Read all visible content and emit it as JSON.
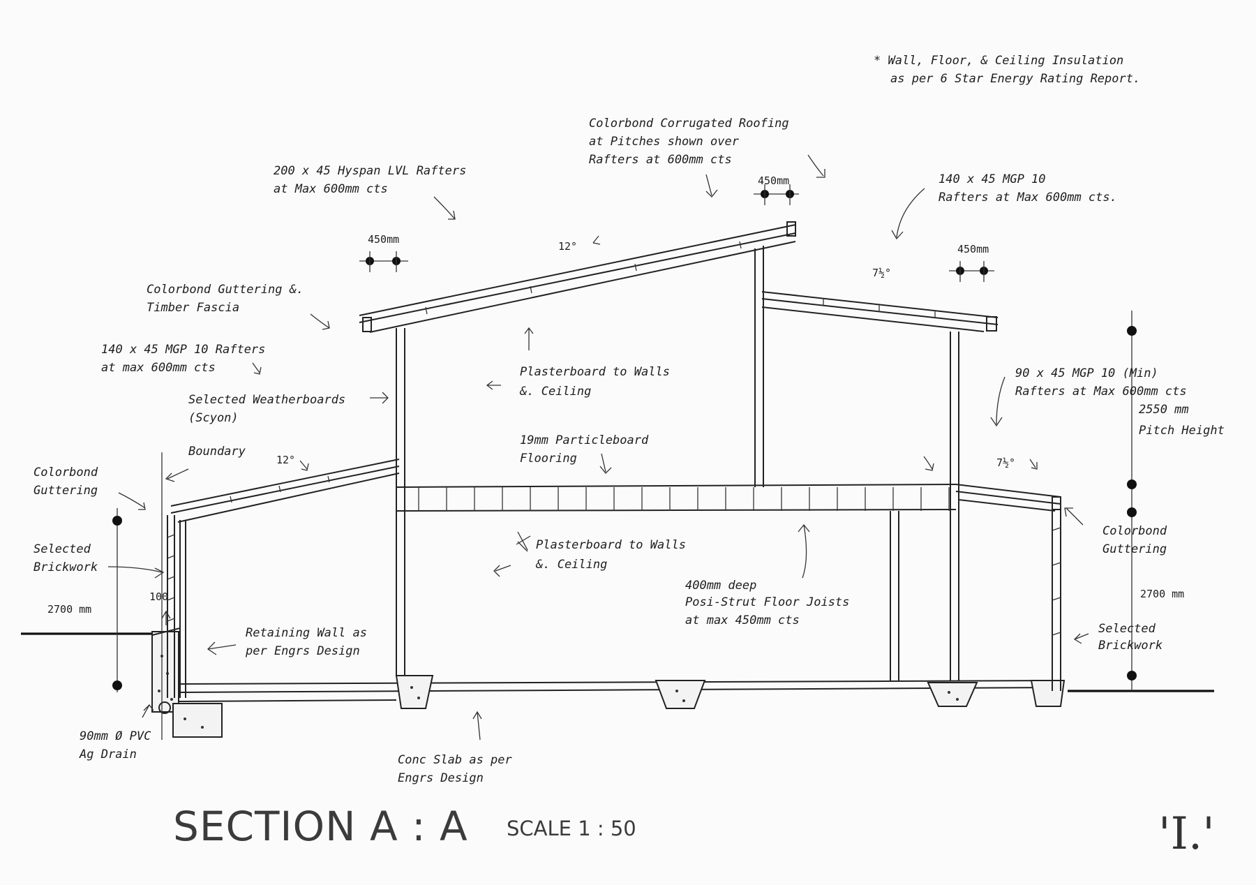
{
  "title": {
    "section": "SECTION  A : A",
    "scale": "SCALE 1 : 50",
    "sheet": "'I.'"
  },
  "notes": {
    "insulation_l1": "* Wall, Floor, & Ceiling Insulation",
    "insulation_l2": "as per 6 Star Energy Rating Report.",
    "roofing_l1": "Colorbond Corrugated Roofing",
    "roofing_l2": "at Pitches shown over",
    "roofing_l3": "Rafters at 600mm cts",
    "hyspan_l1": "200 x 45 Hyspan LVL Rafters",
    "hyspan_l2": "at Max 600mm cts",
    "rafters_right_l1": "140 x 45 MGP 10",
    "rafters_right_l2": "Rafters at Max 600mm cts.",
    "guttering_fascia_l1": "Colorbond Guttering &.",
    "guttering_fascia_l2": "Timber Fascia",
    "rafters_left_l1": "140 x 45 MGP 10 Rafters",
    "rafters_left_l2": "at max 600mm cts",
    "weatherboards_l1": "Selected Weatherboards",
    "weatherboards_l2": "(Scyon)",
    "plasterboard_upper_l1": "Plasterboard to Walls",
    "plasterboard_upper_l2": "&. Ceiling",
    "rafters_90_l1": "90 x 45 MGP 10 (Min)",
    "rafters_90_l2": "Rafters at Max 600mm cts",
    "pitch_height_l1": "2550 mm",
    "pitch_height_l2": "Pitch Height",
    "particleboard_l1": "19mm Particleboard",
    "particleboard_l2": "Flooring",
    "boundary": "Boundary",
    "guttering_left_l1": "Colorbond",
    "guttering_left_l2": "Guttering",
    "brickwork_left_l1": "Selected",
    "brickwork_left_l2": "Brickwork",
    "plasterboard_lower_l1": "Plasterboard to Walls",
    "plasterboard_lower_l2": "&. Ceiling",
    "joists_l1": "400mm deep",
    "joists_l2": "Posi-Strut Floor Joists",
    "joists_l3": "at max 450mm cts",
    "guttering_right_l1": "Colorbond",
    "guttering_right_l2": "Guttering",
    "brickwork_right_l1": "Selected",
    "brickwork_right_l2": "Brickwork",
    "retaining_l1": "Retaining Wall as",
    "retaining_l2": "per Engrs Design",
    "agdrain_l1": "90mm Ø PVC",
    "agdrain_l2": "Ag Drain",
    "slab_l1": "Conc Slab as per",
    "slab_l2": "Engrs Design"
  },
  "dimensions": {
    "dim_450_a": "450mm",
    "dim_450_b": "450mm",
    "dim_450_c": "450mm",
    "pitch_12_upper": "12°",
    "pitch_12_lower": "12°",
    "pitch_7_upper": "7½°",
    "pitch_7_lower": "7½°",
    "height_left": "2700 mm",
    "height_right": "2700 mm",
    "brick_100": "100"
  }
}
